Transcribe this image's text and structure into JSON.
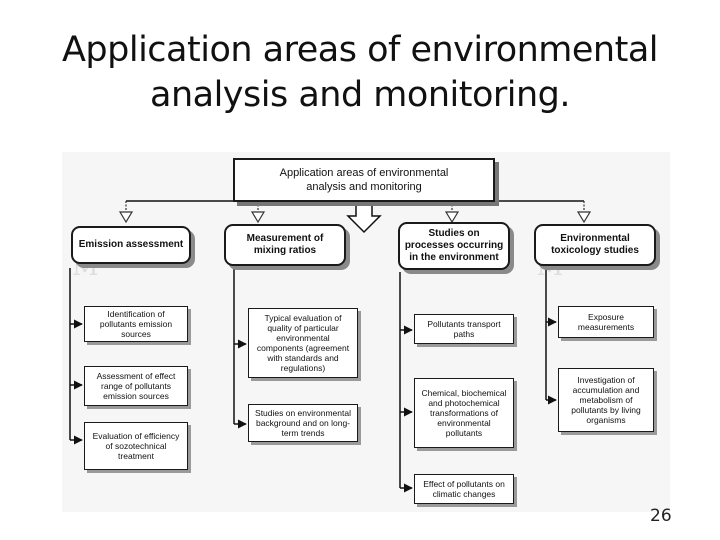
{
  "title": {
    "line1": "Application areas of environmental",
    "line2": "analysis and monitoring."
  },
  "page_number": "26",
  "diagram": {
    "root": {
      "line1": "Application areas of environmental",
      "line2": "analysis and monitoring"
    },
    "categories": [
      {
        "label": "Emission assessment",
        "children": [
          "Identification of pollutants emission sources",
          "Assessment of effect range of pollutants emission sources",
          "Evaluation of efficiency of sozotechnical treatment"
        ]
      },
      {
        "label": "Measurement of mixing ratios",
        "children": [
          "Typical evaluation of quality of particular environmental components (agreement with standards and regulations)",
          "Studies on environmental background and on long-term trends"
        ]
      },
      {
        "label": "Studies on processes occurring in the environment",
        "children": [
          "Pollutants transport paths",
          "Chemical, biochemical and photochemical transformations of environmental pollutants",
          "Effect of pollutants on climatic changes"
        ]
      },
      {
        "label": "Environmental toxicology studies",
        "children": [
          "Exposure measurements",
          "Investigation of accumulation and metabolism of pollutants by living organisms"
        ]
      }
    ]
  }
}
